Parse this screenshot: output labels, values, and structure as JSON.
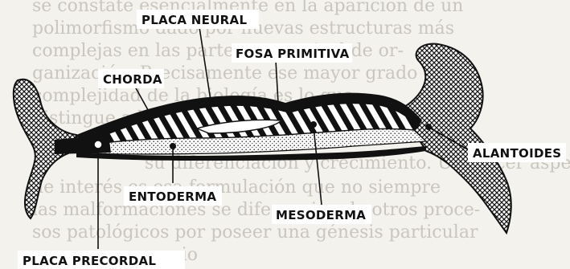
{
  "background_text": [
    "se constate esencialmente en la aparición de un",
    "polimorfismo dado por nuevas estructuras más",
    "complejas en las partes en su nivel de or-",
    "ganización. Precisamente ese mayor grado de",
    "complejidad de la biología es lo que",
    "distingue a la especie",
    "su diferenciación y crecimiento. Un tercer aspecto",
    "de interés es esa formulación que no siempre",
    "las malformaciones se diferencian de otros proce-",
    "sos patológicos por poseer una génesis particular",
    "y un origen propio"
  ],
  "labels": {
    "placa_neural": "PLACA NEURAL",
    "fosa_primitiva": "FOSA PRIMITIVA",
    "chorda": "CHORDA",
    "alantoides": "ALANTOIDES",
    "entoderma": "ENTODERMA",
    "mesoderma": "MESODERMA",
    "placa_precordal": "PLACA PRECORDAL"
  }
}
